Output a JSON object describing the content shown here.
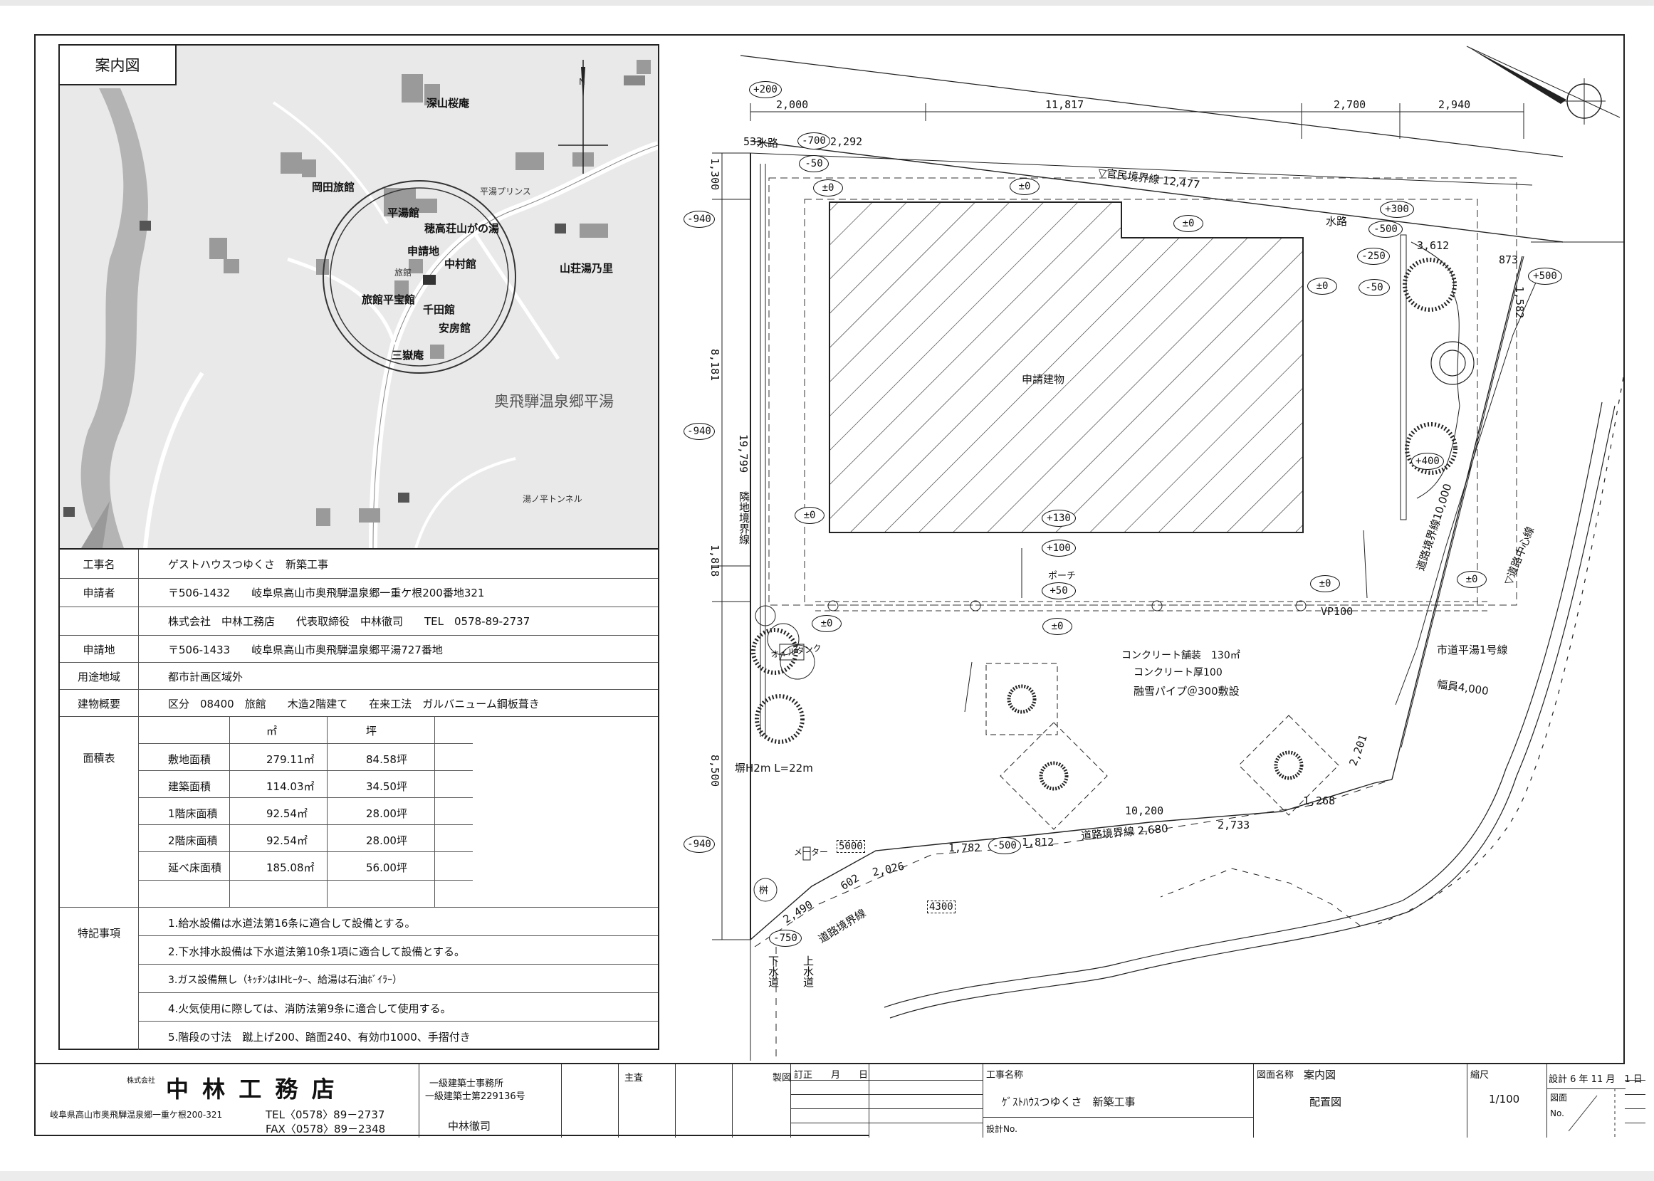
{
  "map": {
    "title": "案内図",
    "north": "N",
    "labels": [
      "深山桜庵",
      "岡田旅館",
      "平湯館",
      "穂高荘山がの湯",
      "平湯プリンス",
      "申請地",
      "中村館",
      "旅館",
      "山荘湯乃里",
      "旅館平宝館",
      "千田館",
      "安房館",
      "三嶽庵",
      "奥飛騨温泉郷平湯",
      "湯ノ平トンネル"
    ]
  },
  "spec": {
    "project_label": "工事名",
    "project_value": "ゲストハウスつゆくさ　新築工事",
    "applicant_label": "申請者",
    "applicant_line1": "〒506-1432　　岐阜県高山市奥飛騨温泉郷一重ケ根200番地321",
    "applicant_line2": "株式会社　中林工務店　　代表取締役　中林徹司　　TEL　0578-89-2737",
    "site_label": "申請地",
    "site_value": "〒506-1433　　岐阜県高山市奥飛騨温泉郷平湯727番地",
    "zone_label": "用途地域",
    "zone_value": "都市計画区域外",
    "bldg_label": "建物概要",
    "bldg_value": "区分　08400　旅館　　木造2階建て　　在来工法　ガルバニューム鋼板葺き",
    "area_label": "面積表",
    "unit_m2": "㎡",
    "unit_tsubo": "坪",
    "areas": [
      {
        "name": "敷地面積",
        "m2": "279.11㎡",
        "tsubo": "84.58坪"
      },
      {
        "name": "建築面積",
        "m2": "114.03㎡",
        "tsubo": "34.50坪"
      },
      {
        "name": "1階床面積",
        "m2": "92.54㎡",
        "tsubo": "28.00坪"
      },
      {
        "name": "2階床面積",
        "m2": "92.54㎡",
        "tsubo": "28.00坪"
      },
      {
        "name": "延べ床面積",
        "m2": "185.08㎡",
        "tsubo": "56.00坪"
      }
    ],
    "notes_label": "特記事項",
    "notes": [
      "1.給水設備は水道法第16条に適合して設備とする。",
      "2.下水排水設備は下水道法第10条1項に適合して設備とする。",
      "3.ガス設備無し（ｷｯﾁﾝはIHﾋｰﾀｰ、給湯は石油ﾎﾞｲﾗｰ）",
      "4.火気使用に際しては、消防法第9条に適合して使用する。",
      "5.階段の寸法　蹴上げ200、踏面240、有効巾1000、手摺付き"
    ]
  },
  "plan": {
    "dims_top": [
      "2,000",
      "11,817",
      "2,700",
      "2,940"
    ],
    "dims_left": [
      "1,300",
      "8,181",
      "1,818",
      "8,500"
    ],
    "dim_left_total": "19,799",
    "levels": [
      "+200",
      "533",
      "-700",
      "2,292",
      "-50",
      "±0",
      "±0",
      "±0",
      "-940",
      "+300",
      "-500",
      "-250",
      "3,612",
      "873",
      "+500",
      "1,582",
      "±0",
      "-50",
      "-940",
      "+400",
      "±0",
      "+130",
      "+100",
      "+50",
      "±0",
      "±0",
      "±0",
      "±0",
      "-940",
      "-500",
      "1,782",
      "1,812",
      "-750",
      "2,490",
      "602",
      "2,026",
      "10,200",
      "2,733",
      "1,268",
      "2,201"
    ],
    "labels": {
      "water_top": "水路",
      "boundary_official": "▽官民境界線 12,477",
      "water_right": "水路",
      "building": "申請建物",
      "neighbor": "隣地境界線",
      "porch": "ポーチ",
      "vp": "VP100",
      "oil": "オイルタンク",
      "concrete1": "コンクリート舗装　130㎡",
      "concrete2": "コンクリート厚100",
      "snow": "融雪パイプ＠300敷設",
      "wall": "塀H2m L=22m",
      "meter": "メーター",
      "box1": "5000",
      "box2": "4300",
      "road_boundary": "道路境界線 2,680",
      "road_boundary2": "道路境界線",
      "road_boundary_right": "道路境界線10,000",
      "road_center": "▽道路中心線",
      "city_road": "市道平湯1号線",
      "road_width": "幅員4,000",
      "sewer": "下水道",
      "water_supply": "上水道",
      "masu": "桝"
    }
  },
  "titleblock": {
    "company_prefix": "株式会社",
    "company": "中 林 工 務 店",
    "address": "岐阜県高山市奥飛騨温泉郷一重ケ根200-321",
    "tel": "TEL〈0578〉89－2737",
    "fax": "FAX〈0578〉89－2348",
    "license1": "一級建築士事務所",
    "license2": "一級建築士第229136号",
    "architect": "中林徹司",
    "chief": "主査",
    "drawing": "製図",
    "revision": "訂正　　月　　日",
    "project_name_label": "工事名称",
    "project_name": "ｹﾞｽﾄﾊｳｽつゆくさ　新築工事",
    "design_no_label": "設計No.",
    "drawing_name_label": "図面名称",
    "drawing_name1": "案内図",
    "drawing_name2": "配置図",
    "scale_label": "縮尺",
    "scale": "1/100",
    "date": "設計 6 年 11 月　1 日",
    "sheet_label": "図面",
    "no_label": "No."
  }
}
